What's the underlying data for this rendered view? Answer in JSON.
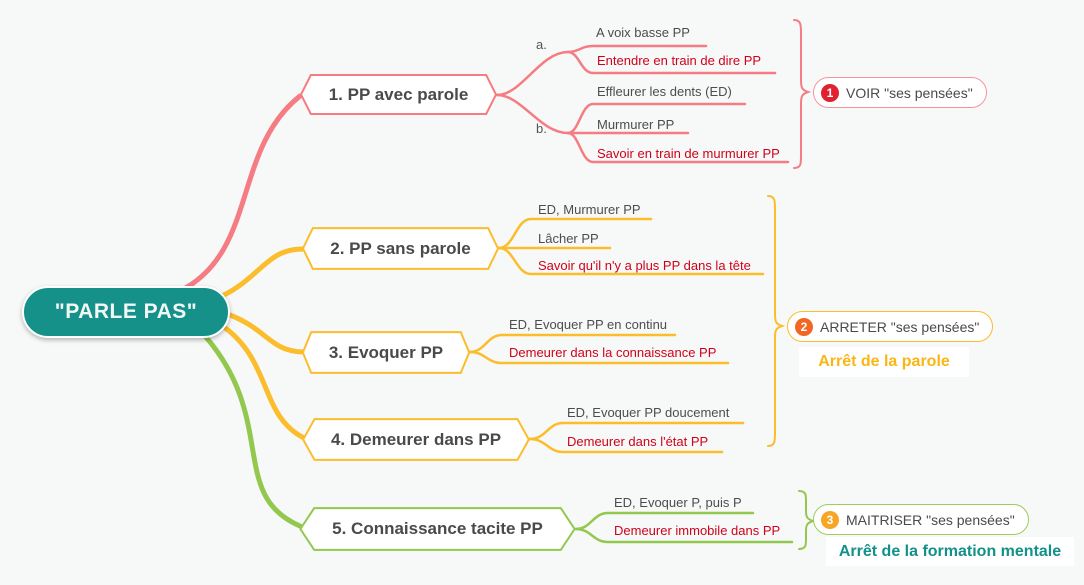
{
  "root": {
    "label": "\"PARLE PAS\""
  },
  "branches": [
    {
      "label": "1. PP avec parole",
      "sub_a": "a.",
      "sub_b": "b.",
      "leaves": [
        "A voix basse PP",
        "Entendre en train de dire PP",
        "Effleurer les dents (ED)",
        "Murmurer PP",
        "Savoir en train de murmurer PP"
      ]
    },
    {
      "label": "2. PP sans parole",
      "leaves": [
        "ED, Murmurer PP",
        "Lâcher PP",
        "Savoir qu'il n'y a plus PP dans la tête"
      ]
    },
    {
      "label": "3. Evoquer PP",
      "leaves": [
        "ED, Evoquer PP en continu",
        "Demeurer dans la connaissance PP"
      ]
    },
    {
      "label": "4. Demeurer dans PP",
      "leaves": [
        "ED, Evoquer PP doucement",
        "Demeurer dans l'état PP"
      ]
    },
    {
      "label": "5. Connaissance tacite PP",
      "leaves": [
        "ED, Evoquer P, puis P",
        "Demeurer immobile dans PP"
      ]
    }
  ],
  "callouts": [
    {
      "number": "1",
      "label": "VOIR \"ses pensées\""
    },
    {
      "number": "2",
      "label": "ARRETER \"ses pensées\"",
      "caption": "Arrêt de la parole"
    },
    {
      "number": "3",
      "label": "MAITRISER \"ses pensées\"",
      "caption": "Arrêt de la formation mentale"
    }
  ],
  "colors": {
    "background": "#f7f8f8",
    "root_fill": "#15918a",
    "branch1": "#f47c82",
    "branch2_3_4": "#fbbd2b",
    "branch5": "#92c84e",
    "emphasis_text": "#d0021b",
    "normal_text": "#4d4d4d",
    "badge1_circle": "#e02130",
    "badge2_circle": "#f26724",
    "badge3_circle": "#f6a623",
    "caption2_text": "#fbb615",
    "caption3_text": "#12918a"
  }
}
